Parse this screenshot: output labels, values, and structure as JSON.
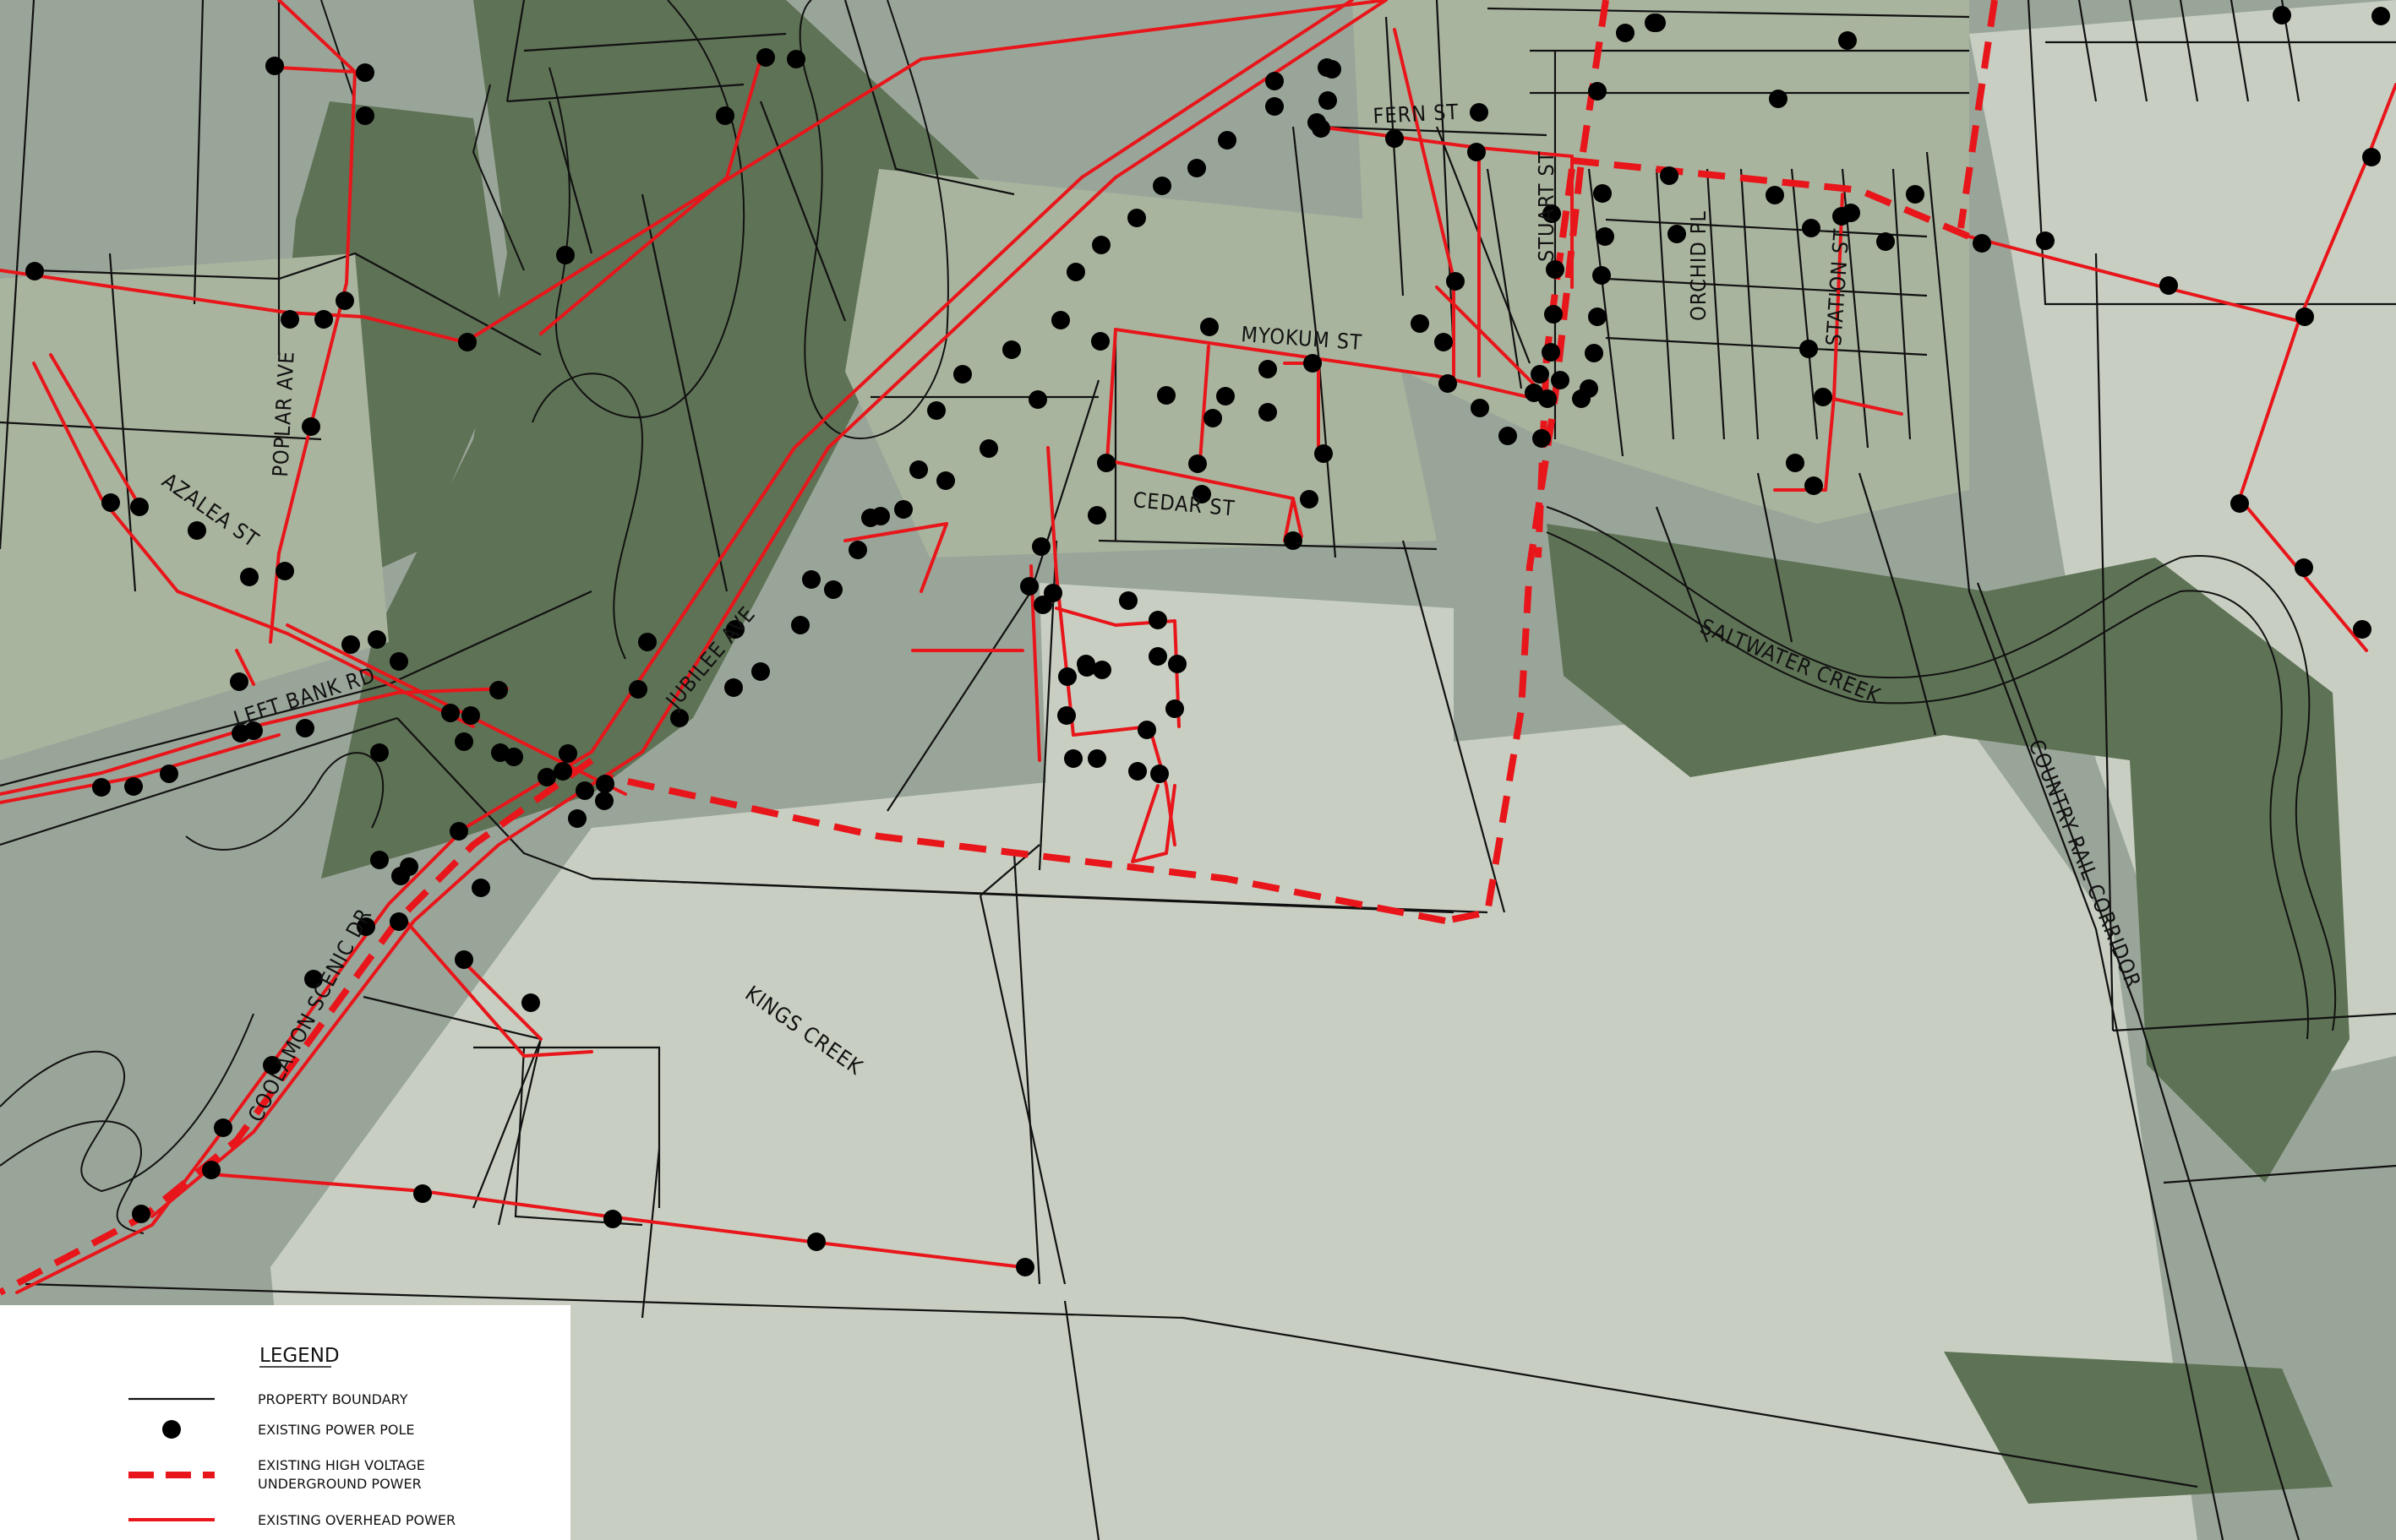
{
  "colors": {
    "background": "#9aa59a",
    "vegetation_dark": "#5e7255",
    "vegetation_light": "#a9b49e",
    "field": "#c8cfc2",
    "property_boundary": "#111111",
    "power_pole": "#000000",
    "power_line": "#e8161b",
    "legend_bg": "#ffffff"
  },
  "street_labels": {
    "fern_st": "FERN ST",
    "stuart_st": "STUART ST",
    "orchid_pl": "ORCHID PL",
    "station_st": "STATION ST",
    "myokum_st": "MYOKUM ST",
    "cedar_st": "CEDAR ST",
    "poplar_ave": "POPLAR AVE",
    "azalea_st": "AZALEA ST",
    "left_bank_rd": "LEFT BANK RD",
    "jubilee_ave": "JUBILEE AVE",
    "saltwater_creek": "SALTWATER CREEK",
    "country_rail_corridor": "COUNTRY RAIL CORRIDOR",
    "kings_creek": "KINGS CREEK",
    "coolamon_scenic_dr": "COOLAMON SCENIC DR"
  },
  "legend": {
    "title": "LEGEND",
    "items": [
      {
        "symbol": "property-boundary",
        "label": "PROPERTY BOUNDARY"
      },
      {
        "symbol": "power-pole",
        "label": "EXISTING POWER POLE"
      },
      {
        "symbol": "hv-underground",
        "label": "EXISTING HIGH VOLTAGE",
        "label2": "UNDERGROUND POWER"
      },
      {
        "symbol": "overhead",
        "label": "EXISTING OVERHEAD POWER"
      }
    ]
  },
  "icons": {
    "power_pole": "filled-circle",
    "hv_underground": "red-dashed-line",
    "overhead_power": "red-solid-line",
    "property_boundary": "black-thin-line"
  }
}
